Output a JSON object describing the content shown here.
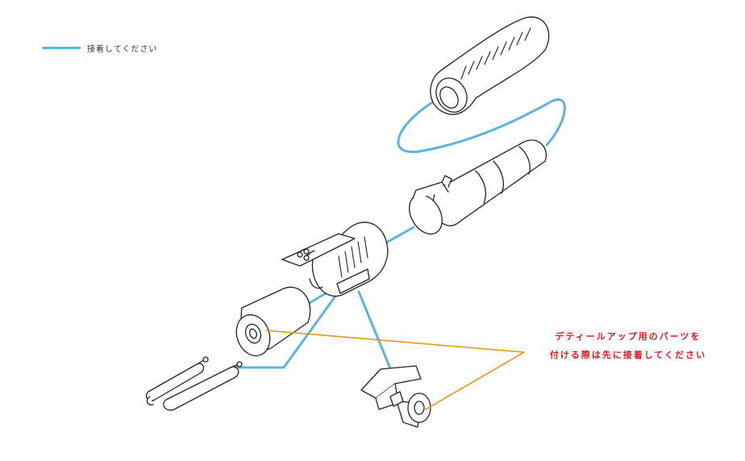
{
  "legend": {
    "label": "接着してください",
    "color": "#5ab4dc"
  },
  "note": {
    "line1": "デティールアップ用のパーツを",
    "line2": "付ける際は先に接着してください",
    "text_color": "#e4161e",
    "leader_color": "#e8961e"
  },
  "parts": [
    "grip-sleeve",
    "barrel-tube",
    "emitter-housing",
    "pommel-cap",
    "detail-pipes",
    "mount-bracket"
  ]
}
